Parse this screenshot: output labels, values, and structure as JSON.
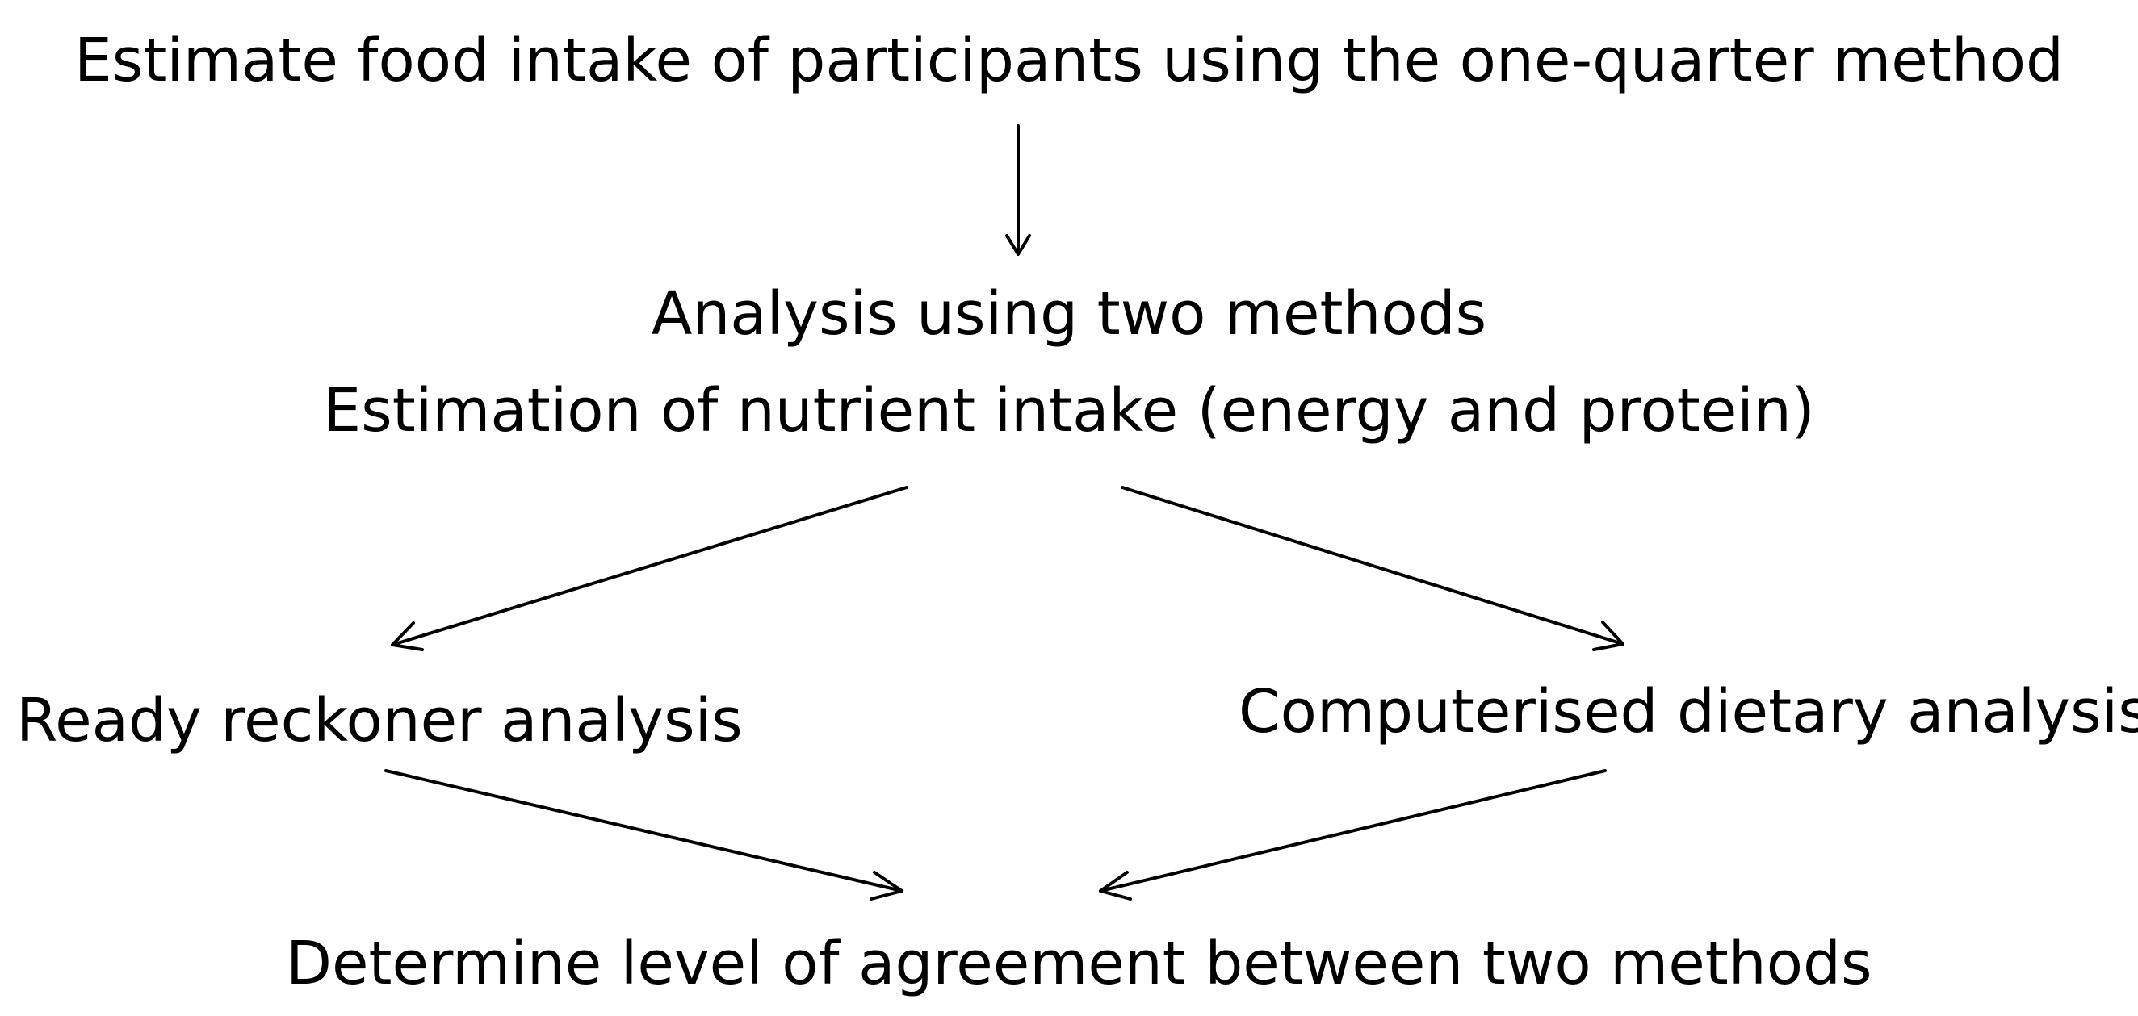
{
  "diagram": {
    "nodes": {
      "start": "Estimate food intake of participants using the one-quarter method",
      "analysis_title": "Analysis using two methods",
      "analysis_subtitle": "Estimation of nutrient intake (energy and protein)",
      "left_method": "Ready reckoner analysis",
      "right_method": "Computerised dietary analysis",
      "end": "Determine level of agreement between two methods"
    },
    "edges": [
      {
        "from": "start",
        "to": "analysis_title"
      },
      {
        "from": "analysis_subtitle",
        "to": "left_method"
      },
      {
        "from": "analysis_subtitle",
        "to": "right_method"
      },
      {
        "from": "left_method",
        "to": "end"
      },
      {
        "from": "right_method",
        "to": "end"
      }
    ]
  }
}
